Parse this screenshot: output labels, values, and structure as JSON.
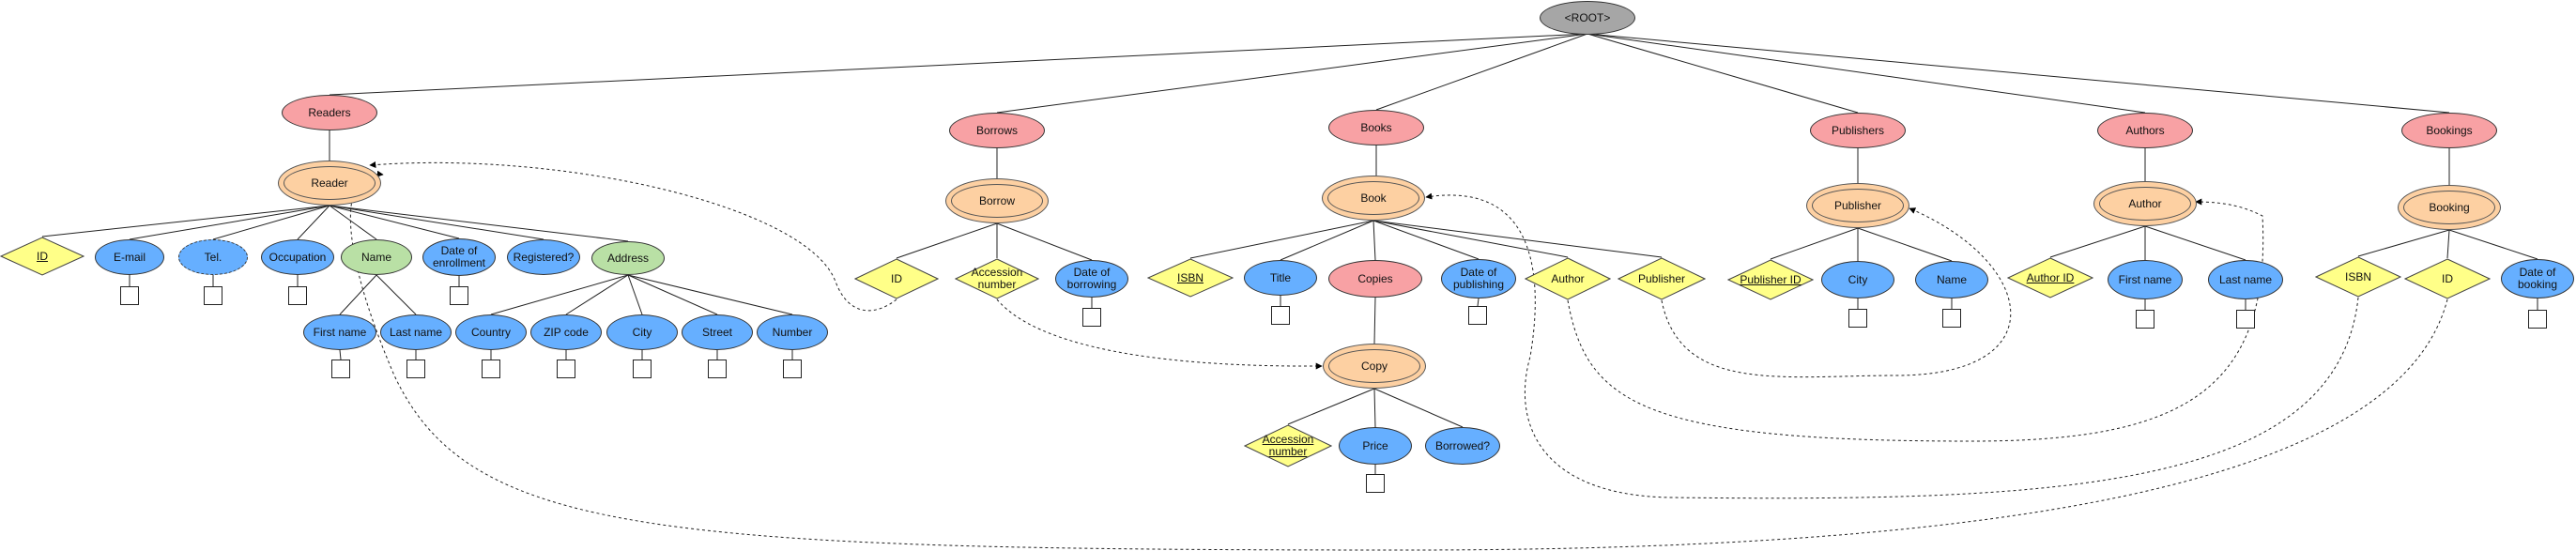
{
  "diagram": {
    "root": {
      "label": "<ROOT>"
    },
    "collections": {
      "readers": "Readers",
      "borrows": "Borrows",
      "books": "Books",
      "publishers": "Publishers",
      "authors": "Authors",
      "bookings": "Bookings",
      "copies": "Copies"
    },
    "entities": {
      "reader": "Reader",
      "borrow": "Borrow",
      "book": "Book",
      "copy": "Copy",
      "publisher": "Publisher",
      "author": "Author",
      "booking": "Booking"
    },
    "reader_attrs": {
      "id": "ID",
      "email": "E-mail",
      "tel": "Tel.",
      "occupation": "Occupation",
      "name": "Name",
      "date_of_enrollment": "Date of enrollment",
      "registered": "Registered?",
      "address": "Address",
      "first_name": "First name",
      "last_name": "Last name",
      "country": "Country",
      "zip_code": "ZIP code",
      "city": "City",
      "street": "Street",
      "number": "Number"
    },
    "borrow_attrs": {
      "id": "ID",
      "accession_number": "Accession number",
      "date_of_borrowing": "Date of borrowing"
    },
    "book_attrs": {
      "isbn": "ISBN",
      "title": "Title",
      "date_of_publishing": "Date of publishing",
      "author": "Author",
      "publisher": "Publisher"
    },
    "copy_attrs": {
      "accession_number": "Accession number",
      "price": "Price",
      "borrowed": "Borrowed?"
    },
    "publisher_attrs": {
      "publisher_id": "Publisher ID",
      "city": "City",
      "name": "Name"
    },
    "author_attrs": {
      "author_id": "Author ID",
      "first_name": "First name",
      "last_name": "Last name"
    },
    "booking_attrs": {
      "isbn": "ISBN",
      "id": "ID",
      "date_of_booking": "Date of booking"
    },
    "colors": {
      "root": "#a6a6a6",
      "collection": "#f8a1a4",
      "entity": "#fdd0a2",
      "attribute": "#66afff",
      "composite": "#b9e0a5",
      "reference": "#ffff88"
    }
  }
}
